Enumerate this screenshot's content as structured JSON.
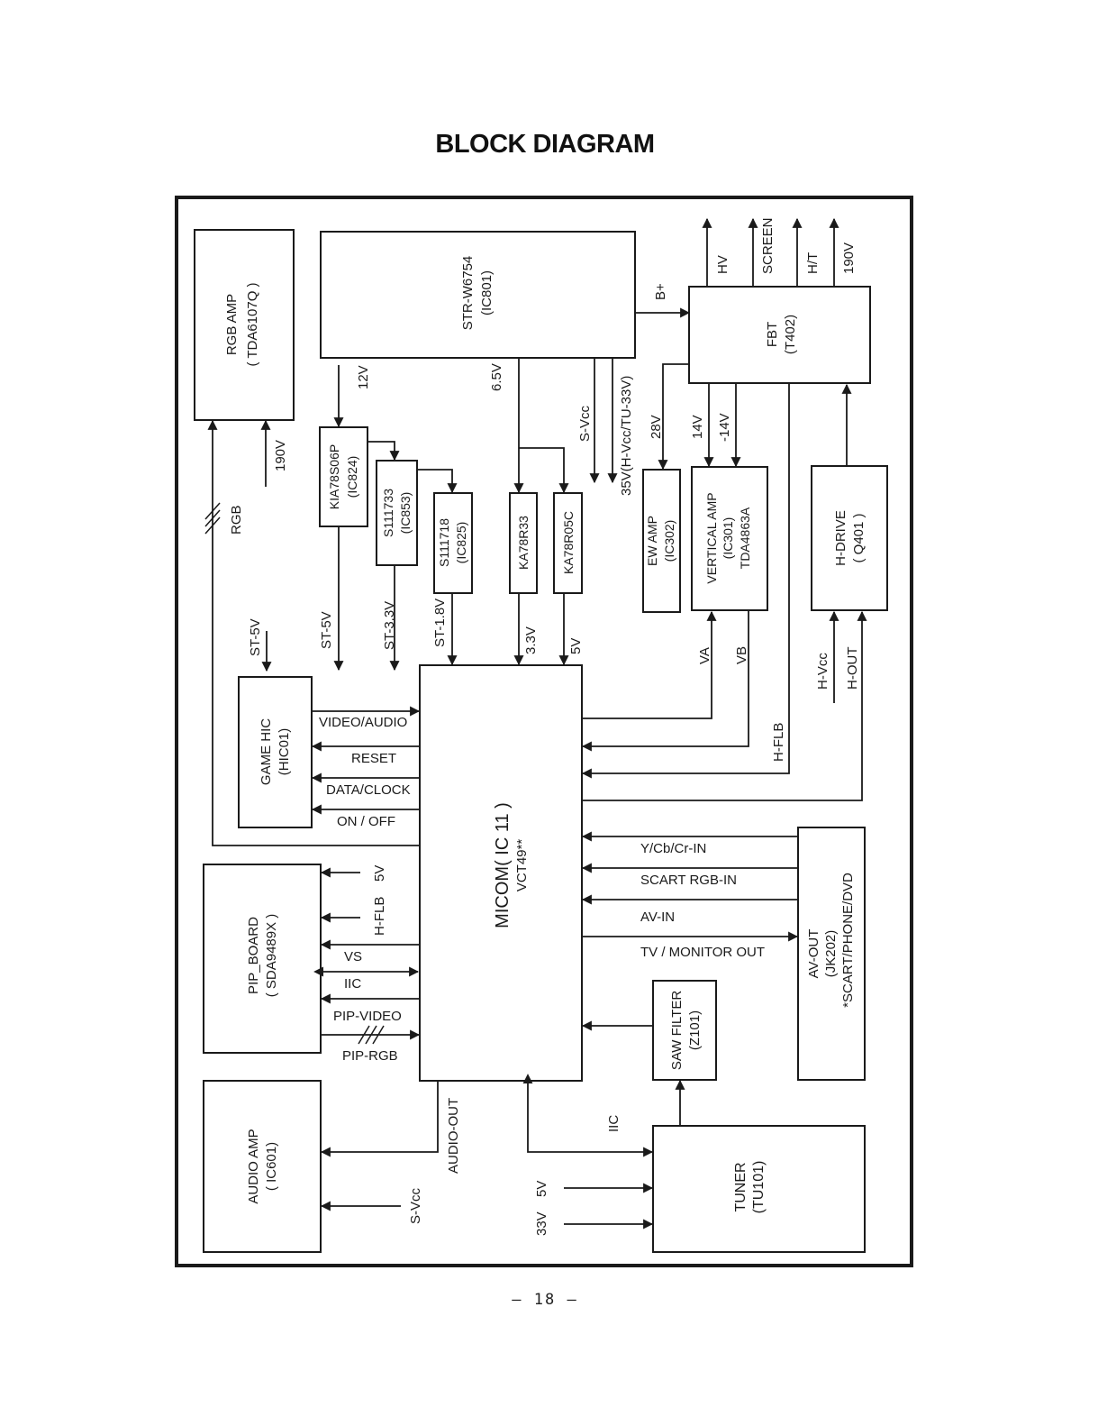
{
  "title": "BLOCK DIAGRAM",
  "page_number": "– 18 –",
  "blocks": {
    "rgb_amp": [
      "RGB AMP",
      "( TDA6107Q )"
    ],
    "str": [
      "STR-W6754",
      "(IC801)"
    ],
    "fbt": [
      "FBT",
      "(T402)"
    ],
    "kia": [
      "KIA78S06P",
      "(IC824)"
    ],
    "s1173": [
      "S111733",
      "(IC853)"
    ],
    "s1118": [
      "S111718",
      "(IC825)"
    ],
    "ka33": [
      "KA78R33"
    ],
    "ka05": [
      "KA78R05C"
    ],
    "ew": [
      "EW AMP",
      "(IC302)"
    ],
    "vert": [
      "VERTICAL AMP",
      "(IC301)",
      "TDA4863A"
    ],
    "hdrive": [
      "H-DRIVE",
      "( Q401 )"
    ],
    "game": [
      "GAME HIC",
      "(HIC01)"
    ],
    "micom": [
      "MICOM( IC 11 )",
      "VCT49**"
    ],
    "pip": [
      "PIP_BOARD",
      "( SDA9489X )"
    ],
    "avout": [
      "AV-OUT",
      "(JK202)",
      "*SCART/PHONE/DVD"
    ],
    "saw": [
      "SAW FILTER",
      "(Z101)"
    ],
    "audio": [
      "AUDIO AMP",
      "( IC601)"
    ],
    "tuner": [
      "TUNER",
      "(TU101)"
    ]
  },
  "labels": {
    "hv": "HV",
    "screen": "SCREEN",
    "ht": "H/T",
    "v190_top": "190V",
    "bplus": "B+",
    "v12": "12V",
    "v65": "6.5V",
    "svcc_top": "S-Vcc",
    "v35": "35V(H-Vcc/TU-33V)",
    "v28": "28V",
    "v14": "14V",
    "vm14": "-14V",
    "v190_rgb": "190V",
    "rgb": "RGB",
    "st5_a": "ST-5V",
    "st5_b": "ST-5V",
    "st33": "ST-3.3V",
    "st18": "ST-1.8V",
    "v33": "3.3V",
    "v5": "5V",
    "va": "VA",
    "vb": "VB",
    "hvcc": "H-Vcc",
    "hout": "H-OUT",
    "hflb": "H-FLB",
    "video_audio": "VIDEO/AUDIO",
    "reset": "RESET",
    "data_clock": "DATA/CLOCK",
    "on_off": "ON / OFF",
    "ycbcr": "Y/Cb/Cr-IN",
    "scart": "SCART RGB-IN",
    "avin": "AV-IN",
    "tvmon": "TV / MONITOR OUT",
    "pip_5v": "5V",
    "pip_hflb": "H-FLB",
    "vs": "VS",
    "iic_pip": "IIC",
    "pip_video": "PIP-VIDEO",
    "pip_rgb": "PIP-RGB",
    "audio_out": "AUDIO-OUT",
    "svcc_bot": "S-Vcc",
    "iic_tuner": "IIC",
    "tuner_5v": "5V",
    "tuner_33v": "33V"
  }
}
